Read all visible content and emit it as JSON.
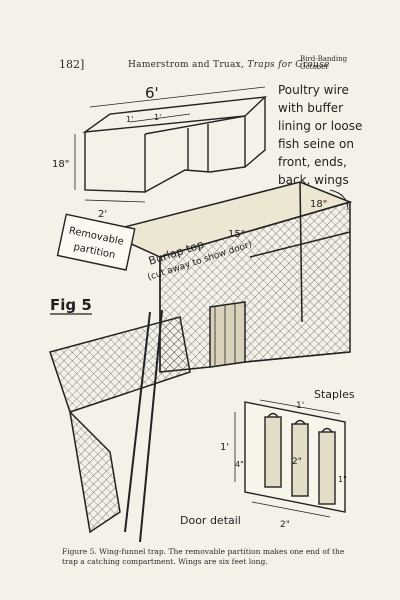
{
  "header": {
    "page_number": "182]",
    "authors": "Hamerstrom and Truax,",
    "article_title": "Traps for Grouse",
    "journal_line1": "Bird-Banding",
    "journal_line2": "October"
  },
  "figure": {
    "fig_label": "Fig 5",
    "dim_6ft": "6'",
    "dim_18in_box": "18\"",
    "dim_2ft": "2'",
    "dim_1ft_top_a": "1'",
    "dim_1ft_top_b": "1'",
    "wire_note": [
      "Poultry wire",
      "with buffer",
      "lining or loose",
      "fish seine on",
      "front, ends,",
      "back, wings"
    ],
    "dim_18in_trap": "18\"",
    "burlap_note_1": "Burlap top",
    "burlap_note_2": "(cut away to show door)",
    "dim_15in": "15\"",
    "partition_1": "Removable",
    "partition_2": "partition",
    "staples_label": "Staples",
    "dim_1ft_door_top": "1'",
    "dim_1ft_door_side": "1'",
    "dim_2in_mid": "2\"",
    "dim_4in": "4\"",
    "dim_1in_right": "1\"",
    "dim_2in_bottom": "2\"",
    "door_detail": "Door detail"
  },
  "caption": {
    "text": "Figure 5.  Wing-funnel trap.  The removable partition makes one end of the trap a catching compartment.  Wings are six feet long."
  }
}
